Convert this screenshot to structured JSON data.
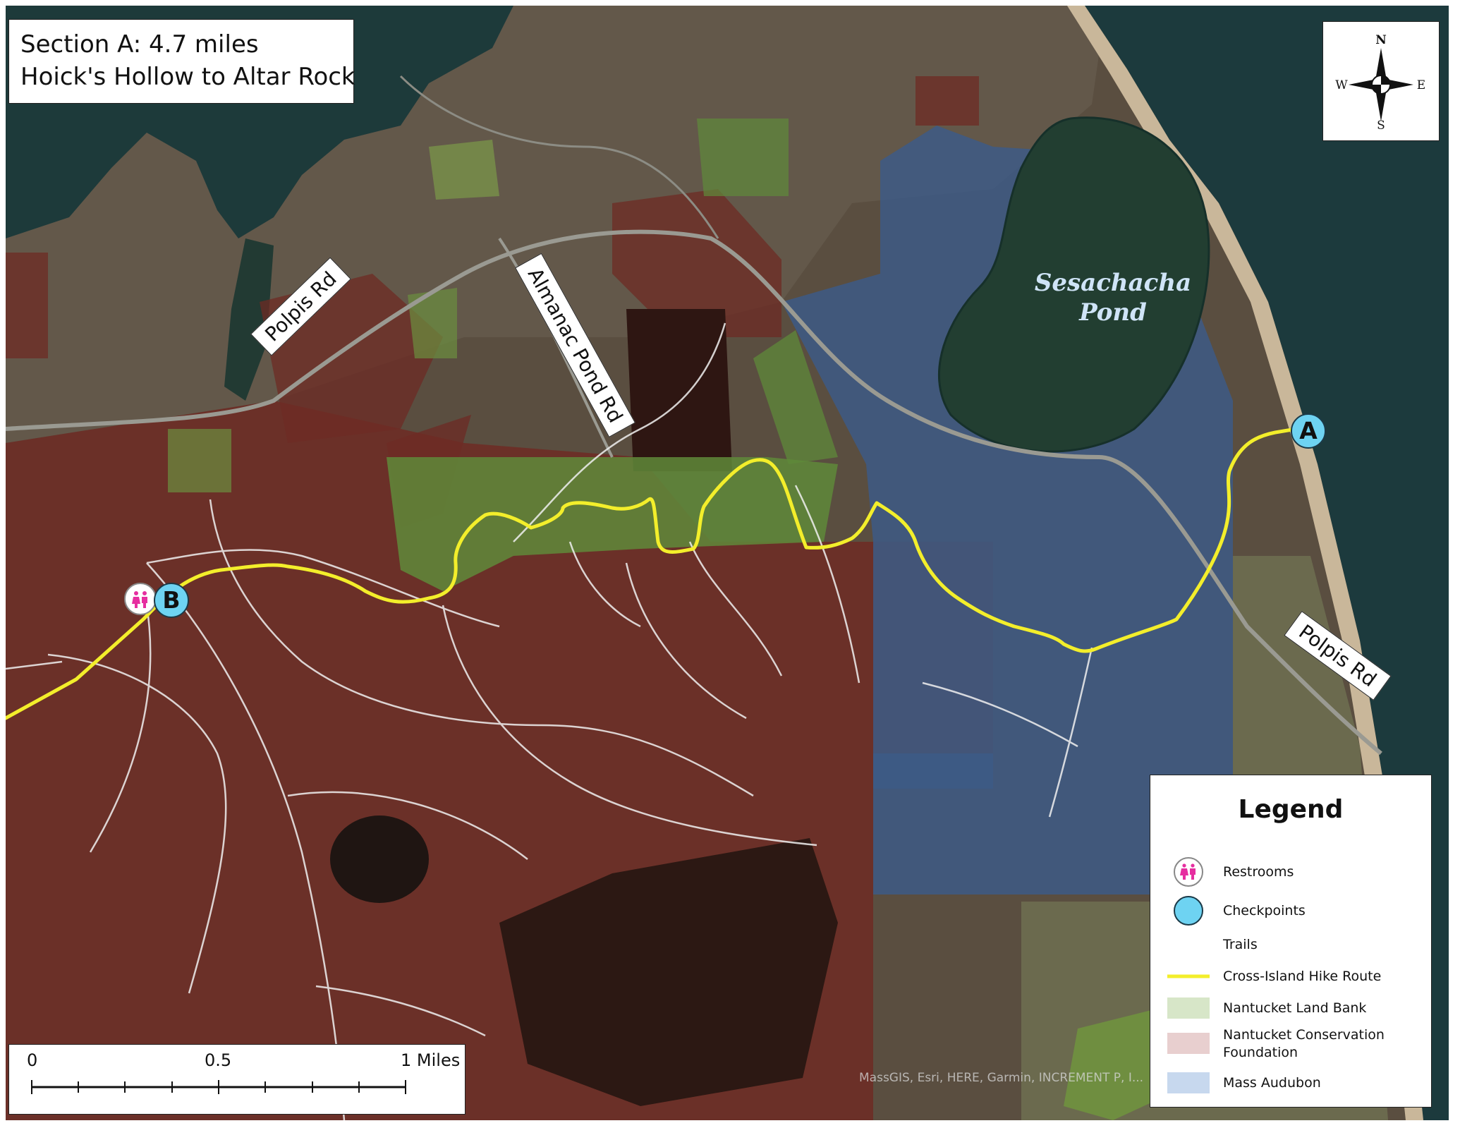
{
  "title": {
    "line1": "Section A: 4.7 miles",
    "line2": "Hoick's Hollow to Altar Rock"
  },
  "compass": {
    "north": "N",
    "south": "S",
    "east": "E",
    "west": "W"
  },
  "roads": {
    "polpis_nw": "Polpis Rd",
    "almanac": "Almanac Pond Rd",
    "polpis_se": "Polpis Rd"
  },
  "pond": {
    "line1": "Sesachacha",
    "line2": "Pond"
  },
  "checkpoints": {
    "a": "A",
    "b": "B"
  },
  "legend": {
    "title": "Legend",
    "items": [
      {
        "label": "Restrooms",
        "symbol": "restroom-icon"
      },
      {
        "label": "Checkpoints",
        "symbol": "checkpoint-icon",
        "color": "#6ed3f2"
      },
      {
        "label": "Trails",
        "symbol": "trail-line",
        "color": "#ffffff"
      },
      {
        "label": "Cross-Island Hike Route",
        "symbol": "route-line",
        "color": "#f3ee2b"
      },
      {
        "label": "Nantucket Land Bank",
        "symbol": "fill",
        "color": "#d7e6c8"
      },
      {
        "label": "Nantucket Conservation Foundation",
        "symbol": "fill",
        "color": "#e8cfcf"
      },
      {
        "label": "Mass Audubon",
        "symbol": "fill",
        "color": "#c7d8ee"
      }
    ]
  },
  "scale": {
    "label_0": "0",
    "label_mid": "0.5",
    "label_end": "1 Miles"
  },
  "attribution": "MassGIS, Esri, HERE, Garmin, INCREMENT P, I...",
  "colors": {
    "route": "#f3ee2b",
    "checkpoint": "#6ed3f2",
    "ocean": "#1c3a3d",
    "pond": "#223e31",
    "land_bank": "#5f8a3a",
    "conservation": "#6e2b24",
    "audubon": "#3d5a86"
  }
}
